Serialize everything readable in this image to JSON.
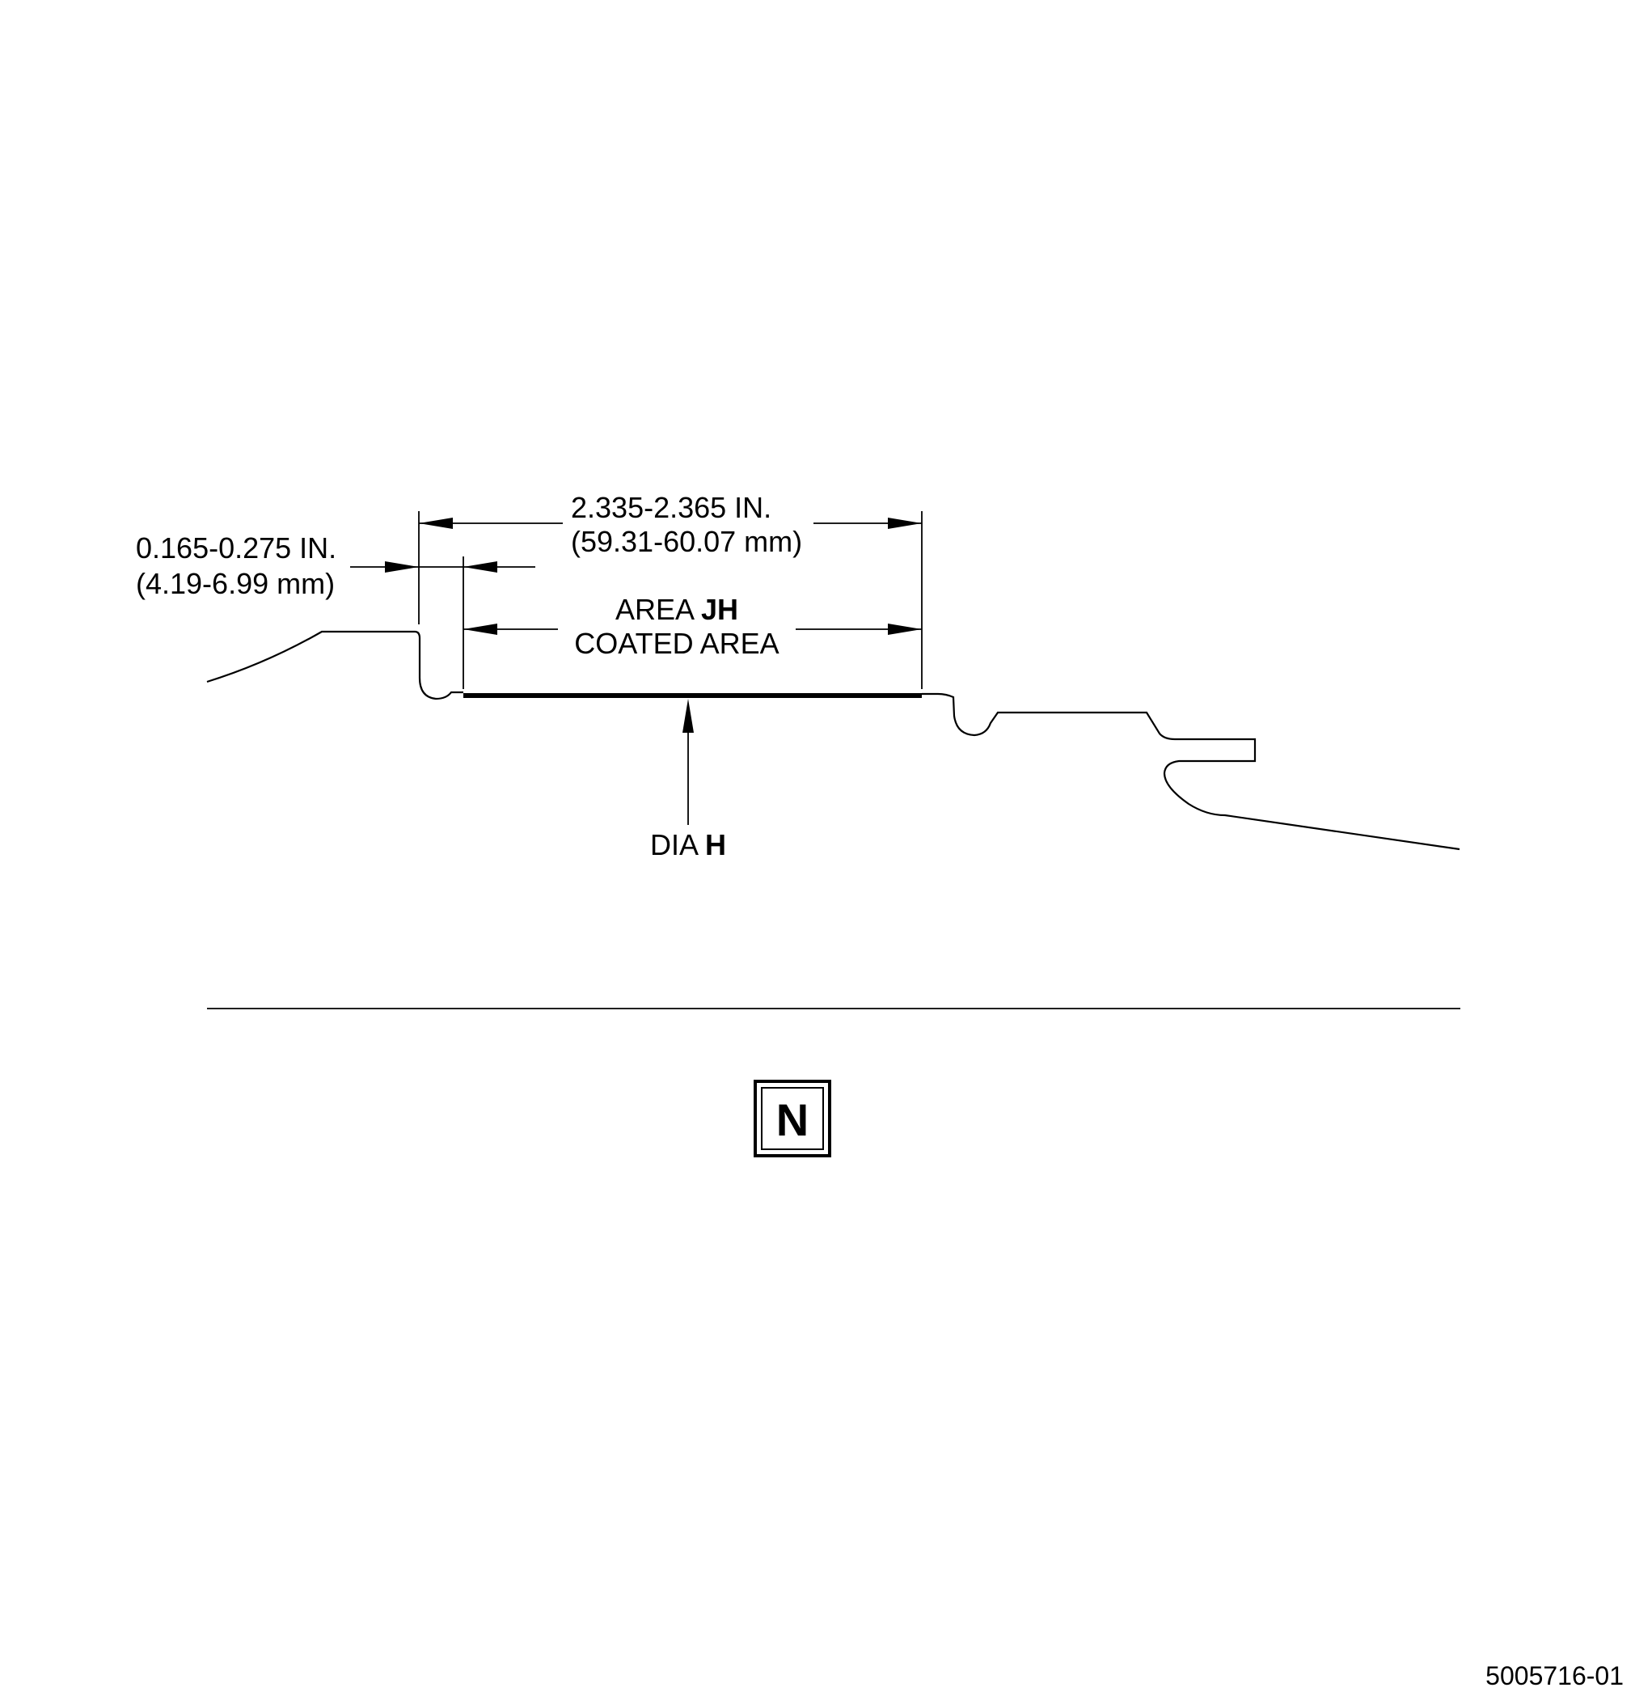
{
  "dimensions": {
    "overall_length": {
      "inches": "2.335-2.365 IN.",
      "millimeters": "(59.31-60.07 mm)"
    },
    "offset": {
      "inches": "0.165-0.275 IN.",
      "millimeters": "(4.19-6.99 mm)"
    }
  },
  "coated_area": {
    "area_prefix": "AREA ",
    "area_id": "JH",
    "description": "COATED AREA"
  },
  "diameter_callout": {
    "prefix": "DIA ",
    "id": "H"
  },
  "view_label": "N",
  "figure_number": "5005716-01"
}
